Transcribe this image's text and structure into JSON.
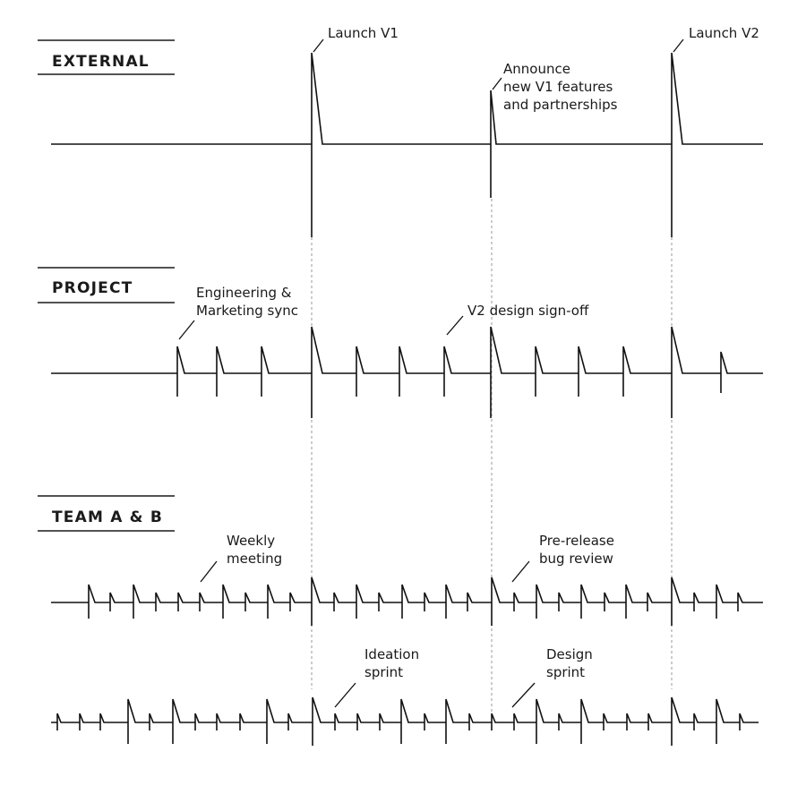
{
  "sections": [
    {
      "id": "external",
      "title": "EXTERNAL"
    },
    {
      "id": "project",
      "title": "PROJECT"
    },
    {
      "id": "team",
      "title": "TEAM A & B"
    }
  ],
  "annotations": {
    "launch_v1": [
      "Launch V1"
    ],
    "announce": [
      "Announce",
      "new V1 features",
      "and partnerships"
    ],
    "launch_v2": [
      "Launch V2"
    ],
    "eng_sync": [
      "Engineering &",
      "Marketing sync"
    ],
    "v2_signoff": [
      "V2 design sign-off"
    ],
    "weekly": [
      "Weekly",
      "meeting"
    ],
    "bug_review": [
      "Pre-release",
      "bug review"
    ],
    "ideation": [
      "Ideation",
      "sprint"
    ],
    "design_sprint": [
      "Design",
      "sprint"
    ]
  },
  "colors": {
    "ink": "#111111",
    "guide": "#9a9a9a",
    "background": "#ffffff"
  }
}
